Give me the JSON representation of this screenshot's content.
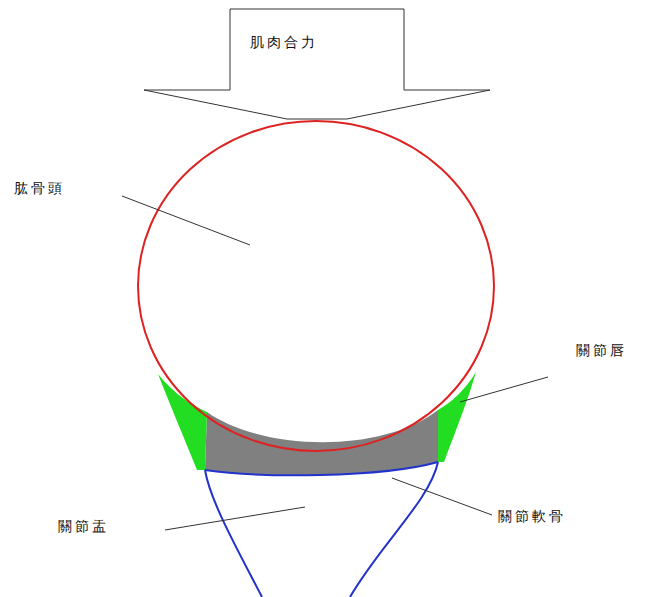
{
  "diagram": {
    "nodes": [
      {
        "text": [
          "肌肉合力"
        ]
      }
    ],
    "labels": [
      "肱骨頭",
      "關節唇",
      "關節軟骨",
      "關節盂"
    ]
  }
}
